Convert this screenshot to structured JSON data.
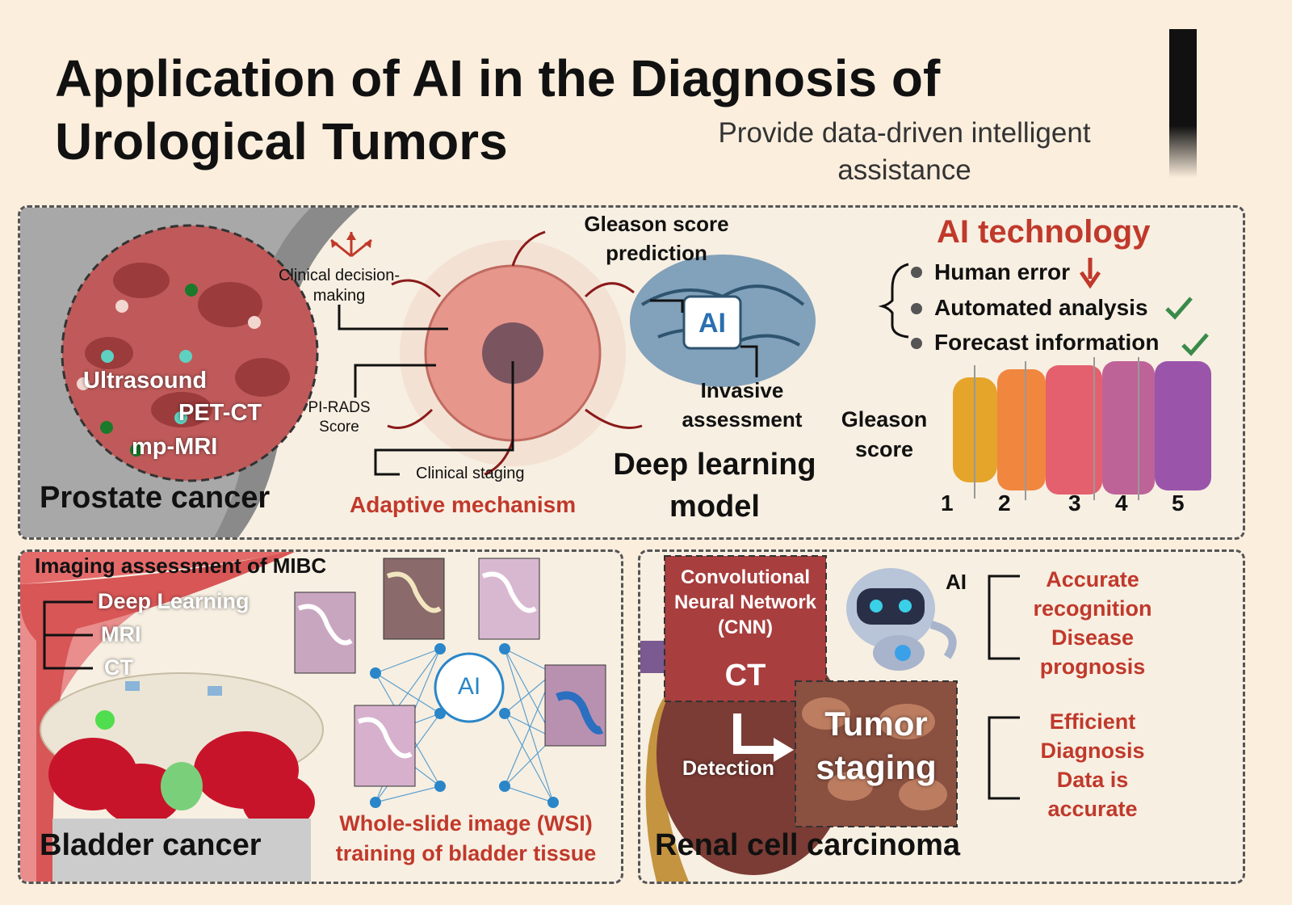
{
  "header": {
    "title_line1": "Application of AI in the Diagnosis of",
    "title_line2": "Urological Tumors",
    "subtitle_line1": "Provide data-driven intelligent",
    "subtitle_line2": "assistance"
  },
  "prostate": {
    "modalities": [
      "Ultrasound",
      "PET-CT",
      "mp-MRI"
    ],
    "title": "Prostate cancer",
    "decision_line1": "Clinical decision-",
    "decision_line2": "making",
    "pirads_line1": "PI-RADS",
    "pirads_line2": "Score",
    "staging": "Clinical staging",
    "mechanism": "Adaptive mechanism",
    "gleason_pred_line1": "Gleason score",
    "gleason_pred_line2": "prediction",
    "ai_chip": "AI",
    "invasive_line1": "Invasive",
    "invasive_line2": "assessment",
    "dl_line1": "Deep learning",
    "dl_line2": "model",
    "ai_tech_title": "AI technology",
    "ai_tech_items": [
      "Human error",
      "Automated analysis",
      "Forecast information"
    ],
    "gleason_label_line1": "Gleason",
    "gleason_label_line2": "score",
    "gleason_numbers": [
      "1",
      "2",
      "3",
      "4",
      "5"
    ]
  },
  "bladder": {
    "imaging_title": "Imaging assessment of MIBC",
    "methods": [
      "Deep Learning",
      "MRI",
      "CT"
    ],
    "network_ai": "AI",
    "wsi_line1": "Whole-slide image (WSI)",
    "wsi_line2": "training of bladder tissue",
    "title": "Bladder cancer"
  },
  "renal": {
    "cnn_line1": "Convolutional",
    "cnn_line2": "Neural Network",
    "cnn_line3": "(CNN)",
    "ct": "CT",
    "detection": "Detection",
    "tumor_line1": "Tumor",
    "tumor_line2": "staging",
    "robot_ai": "AI",
    "outcome1": [
      "Accurate",
      "recognition",
      "Disease",
      "prognosis"
    ],
    "outcome2": [
      "Efficient",
      "Diagnosis",
      "Data is",
      "accurate"
    ],
    "title": "Renal cell carcinoma"
  },
  "colors": {
    "accent_red": "#c0392b",
    "check_green": "#3a8a4a",
    "network_blue": "#2a86c8",
    "background": "#fbeedd"
  }
}
